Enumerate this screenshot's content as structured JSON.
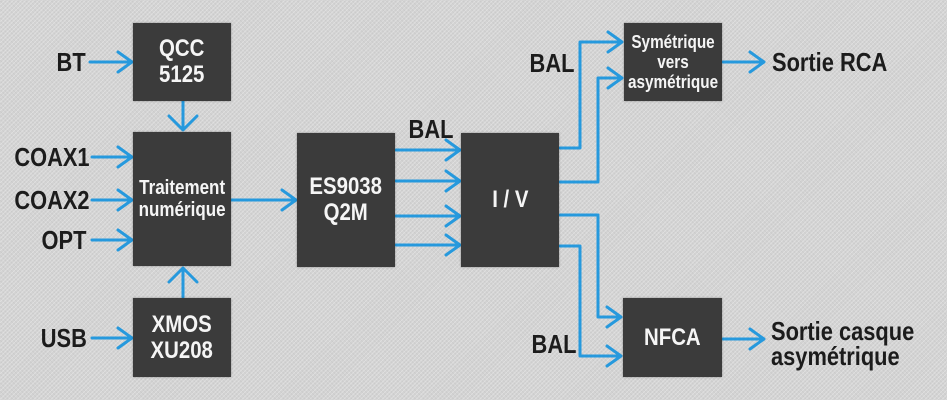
{
  "diagram": {
    "colors": {
      "background": "#d3d3d3",
      "block_fill": "#3b3b3b",
      "block_text": "#f5f5f5",
      "arrow_blue": "#2699dd",
      "label_text": "#1c1c1c"
    },
    "blocks": {
      "qcc": {
        "line1": "QCC",
        "line2": "5125"
      },
      "trait": {
        "line1": "Traitement",
        "line2": "numérique"
      },
      "xmos": {
        "line1": "XMOS",
        "line2": "XU208"
      },
      "es": {
        "line1": "ES9038",
        "line2": "Q2M"
      },
      "iv": {
        "label": "I / V"
      },
      "sym": {
        "line1": "Symétrique",
        "line2": "vers",
        "line3": "asymétrique"
      },
      "nfca": {
        "label": "NFCA"
      }
    },
    "inputs": {
      "bt": "BT",
      "coax1": "COAX1",
      "coax2": "COAX2",
      "opt": "OPT",
      "usb": "USB"
    },
    "bus_labels": {
      "bal_center": "BAL",
      "bal_top": "BAL",
      "bal_bottom": "BAL"
    },
    "outputs": {
      "rca": "Sortie RCA",
      "casque_line1": "Sortie casque",
      "casque_line2": "asymétrique"
    }
  }
}
